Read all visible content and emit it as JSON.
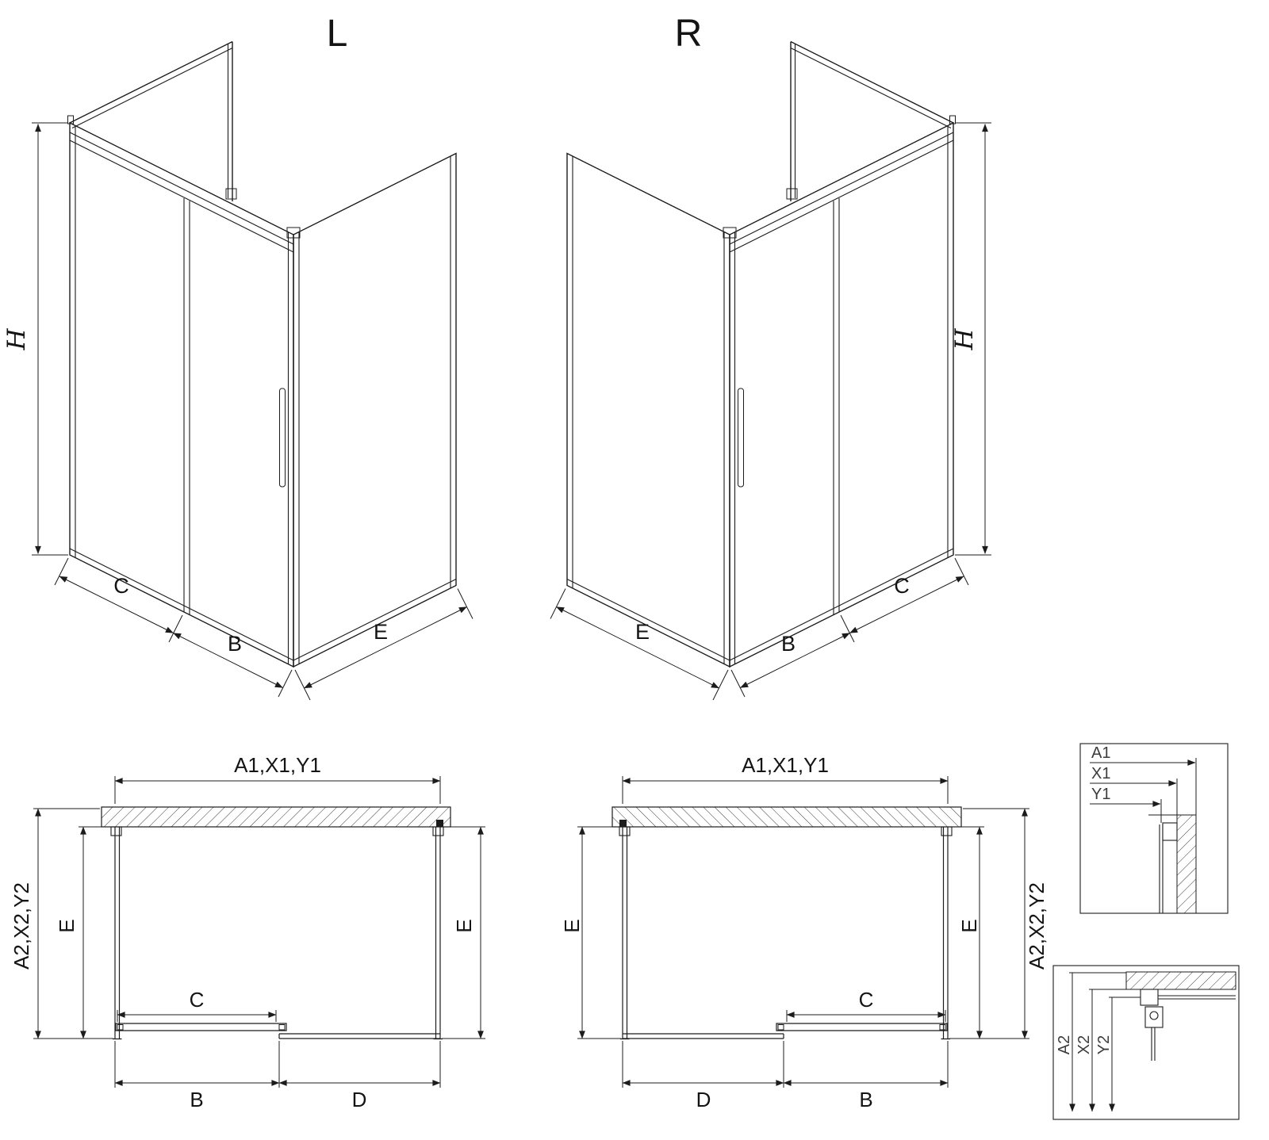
{
  "views": {
    "iso_left": {
      "label": "L",
      "dim_height": "H",
      "dim_c": "C",
      "dim_b": "B",
      "dim_e": "E"
    },
    "iso_right": {
      "label": "R",
      "dim_height": "H",
      "dim_c": "C",
      "dim_b": "B",
      "dim_e": "E"
    },
    "plan_left": {
      "dim_width": "A1,X1,Y1",
      "dim_depth": "A2,X2,Y2",
      "dim_e_left": "E",
      "dim_e_right": "E",
      "dim_c": "C",
      "dim_b": "B",
      "dim_d": "D"
    },
    "plan_right": {
      "dim_width": "A1,X1,Y1",
      "dim_depth": "A2,X2,Y2",
      "dim_e_left": "E",
      "dim_e_right": "E",
      "dim_c": "C",
      "dim_b": "B",
      "dim_d": "D"
    },
    "detail_width": {
      "a1": "A1",
      "x1": "X1",
      "y1": "Y1"
    },
    "detail_depth": {
      "a2": "A2",
      "x2": "X2",
      "y2": "Y2"
    }
  }
}
